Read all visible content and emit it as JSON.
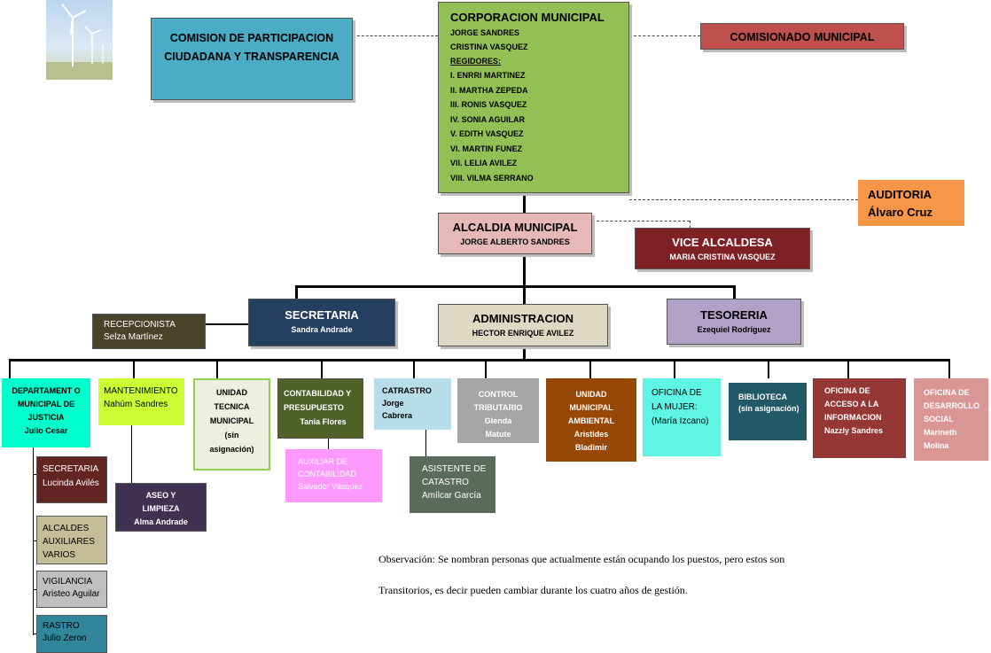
{
  "corporacion": {
    "title": "CORPORACION MUNICIPAL",
    "lines": [
      "JORGE SANDRES",
      "CRISTINA VASQUEZ"
    ],
    "regidores_label": "REGIDORES:",
    "regidores": [
      "I. ENRRI MARTINEZ",
      "II. MARTHA ZEPEDA",
      "III. RONIS VASQUEZ",
      "IV. SONIA AGUILAR",
      "V. EDITH VASQUEZ",
      "VI. MARTIN FUNEZ",
      "VII. LELIA AVILEZ",
      "VIII. VILMA SERRANO"
    ]
  },
  "comision": "COMISION DE PARTICIPACION CIUDADANA Y TRANSPARENCIA",
  "comisionado": "COMISIONADO MUNICIPAL",
  "auditoria": {
    "title": "AUDITORIA",
    "name": "Álvaro Cruz"
  },
  "alcaldia": {
    "title": "ALCALDIA MUNICIPAL",
    "name": "JORGE ALBERTO SANDRES"
  },
  "vice": {
    "title": "VICE ALCALDESA",
    "name": "MARIA CRISTINA VASQUEZ"
  },
  "recepcionista": {
    "title": "RECEPCIONISTA",
    "name": "Selza Martínez"
  },
  "secretaria": {
    "title": "SECRETARIA",
    "name": "Sandra Andrade"
  },
  "administracion": {
    "title": "ADMINISTRACION",
    "name": "HECTOR ENRIQUE AVILEZ"
  },
  "tesoreria": {
    "title": "TESORERIA",
    "name": "Ezequiel Rodríguez"
  },
  "units": {
    "justicia": {
      "title": "DEPARTAMENT O MUNICIPAL DE JUSTICIA",
      "name": "Julio Cesar"
    },
    "mantenimiento": {
      "title": "MANTENIMIENTO",
      "name": "Nahúm Sandres"
    },
    "tecnica": {
      "title": "UNIDAD TECNICA MUNICIPAL",
      "name": "(sin asignación)"
    },
    "contabilidad": {
      "title": "CONTABILIDAD Y PRESUPUESTO",
      "name": "Tania Flores"
    },
    "catastro": {
      "title": "CATRASTRO",
      "name": "Jorge Cabrera"
    },
    "control": {
      "title": "CONTROL TRIBUTARIO",
      "name": "Glenda Matute"
    },
    "ambiental": {
      "title": "UNIDAD MUNICIPAL AMBIENTAL",
      "name": "Aristides Bladimir"
    },
    "mujer": {
      "title": "OFICINA DE LA MUJER:",
      "name": "(María Izcano)"
    },
    "biblioteca": {
      "title": "BIBLIOTECA",
      "name": "(sin asignación)"
    },
    "acceso": {
      "title": "OFICINA DE ACCESO A LA INFORMACION",
      "name": "Nazzly Sandres"
    },
    "desarrollo": {
      "title": "OFICINA DE DESARROLLO SOCIAL",
      "name": "Marineth Molina"
    }
  },
  "sub": {
    "secretaria_j": {
      "title": "SECRETARIA",
      "name": "Lucinda Avilés"
    },
    "alcaldes": {
      "title": "ALCALDES AUXILIARES VARIOS"
    },
    "vigilancia": {
      "title": "VIGILANCIA",
      "name": "Aristeo Aguilar"
    },
    "rastro": {
      "title": "RASTRO",
      "name": "Julio Zeron"
    },
    "aseo": {
      "title": "ASEO Y LIMPIEZA",
      "name": "Alma Andrade"
    },
    "auxiliar": {
      "title": "AUXILIAR DE CONTABILIDAD",
      "name": "Salvador Vásquez"
    },
    "asistente": {
      "title": "ASISTENTE DE CATASTRO",
      "name": "Amílcar García"
    }
  },
  "observacion": {
    "line1": "Observación: Se nombran personas que actualmente están ocupando los puestos, pero estos son",
    "line2": "Transitorios, es decir pueden cambiar durante los cuatro años de gestión."
  }
}
